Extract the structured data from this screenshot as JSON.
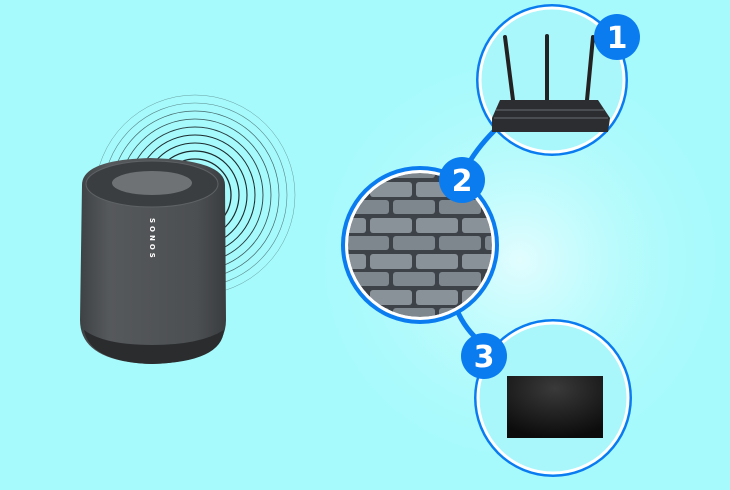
{
  "speaker": {
    "brand": "SONOS"
  },
  "steps": [
    {
      "number": "1",
      "subject": "router"
    },
    {
      "number": "2",
      "subject": "brick-wall"
    },
    {
      "number": "3",
      "subject": "tv-screen"
    }
  ],
  "colors": {
    "background": "#a6fafc",
    "accent": "#0a7cf0",
    "speaker": "#4b4e51"
  }
}
